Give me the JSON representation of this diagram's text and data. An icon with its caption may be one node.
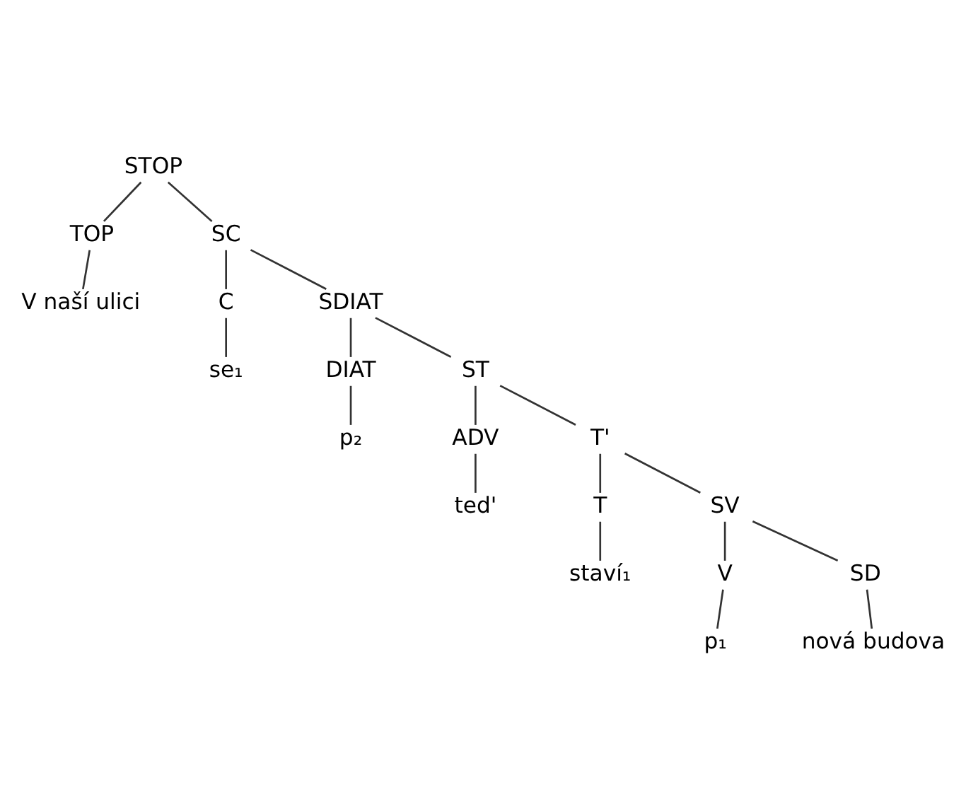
{
  "diagram": {
    "nodes": [
      {
        "text": [
          "STOP"
        ]
      },
      {
        "text": [
          "TOP"
        ]
      },
      {
        "text": [
          "SC"
        ]
      },
      {
        "text": [
          "V naší ulici"
        ]
      },
      {
        "text": [
          "C"
        ]
      },
      {
        "text": [
          "SDIAT"
        ]
      },
      {
        "text": [
          "se₁"
        ]
      },
      {
        "text": [
          "DIAT"
        ]
      },
      {
        "text": [
          "ST"
        ]
      },
      {
        "text": [
          "p₂"
        ]
      },
      {
        "text": [
          "ADV"
        ]
      },
      {
        "text": [
          "T'"
        ]
      },
      {
        "text": [
          "ted'"
        ]
      },
      {
        "text": [
          "T"
        ]
      },
      {
        "text": [
          "SV"
        ]
      },
      {
        "text": [
          "staví₁"
        ]
      },
      {
        "text": [
          "V"
        ]
      },
      {
        "text": [
          "SD"
        ]
      },
      {
        "text": [
          "p₁"
        ]
      },
      {
        "text": [
          "nová budova"
        ]
      }
    ],
    "edges": [
      {
        "from": 0,
        "to": 1,
        "arrow": "none"
      },
      {
        "from": 0,
        "to": 2,
        "arrow": "none"
      },
      {
        "from": 1,
        "to": 3,
        "arrow": "none"
      },
      {
        "from": 2,
        "to": 4,
        "arrow": "none"
      },
      {
        "from": 2,
        "to": 5,
        "arrow": "none"
      },
      {
        "from": 4,
        "to": 6,
        "arrow": "none"
      },
      {
        "from": 5,
        "to": 7,
        "arrow": "none"
      },
      {
        "from": 5,
        "to": 8,
        "arrow": "none"
      },
      {
        "from": 7,
        "to": 9,
        "arrow": "none"
      },
      {
        "from": 8,
        "to": 10,
        "arrow": "none"
      },
      {
        "from": 8,
        "to": 11,
        "arrow": "none"
      },
      {
        "from": 10,
        "to": 12,
        "arrow": "none"
      },
      {
        "from": 11,
        "to": 13,
        "arrow": "none"
      },
      {
        "from": 11,
        "to": 14,
        "arrow": "none"
      },
      {
        "from": 13,
        "to": 15,
        "arrow": "none"
      },
      {
        "from": 14,
        "to": 16,
        "arrow": "none"
      },
      {
        "from": 14,
        "to": 17,
        "arrow": "none"
      },
      {
        "from": 16,
        "to": 18,
        "arrow": "none"
      },
      {
        "from": 17,
        "to": 19,
        "arrow": "none"
      }
    ]
  }
}
